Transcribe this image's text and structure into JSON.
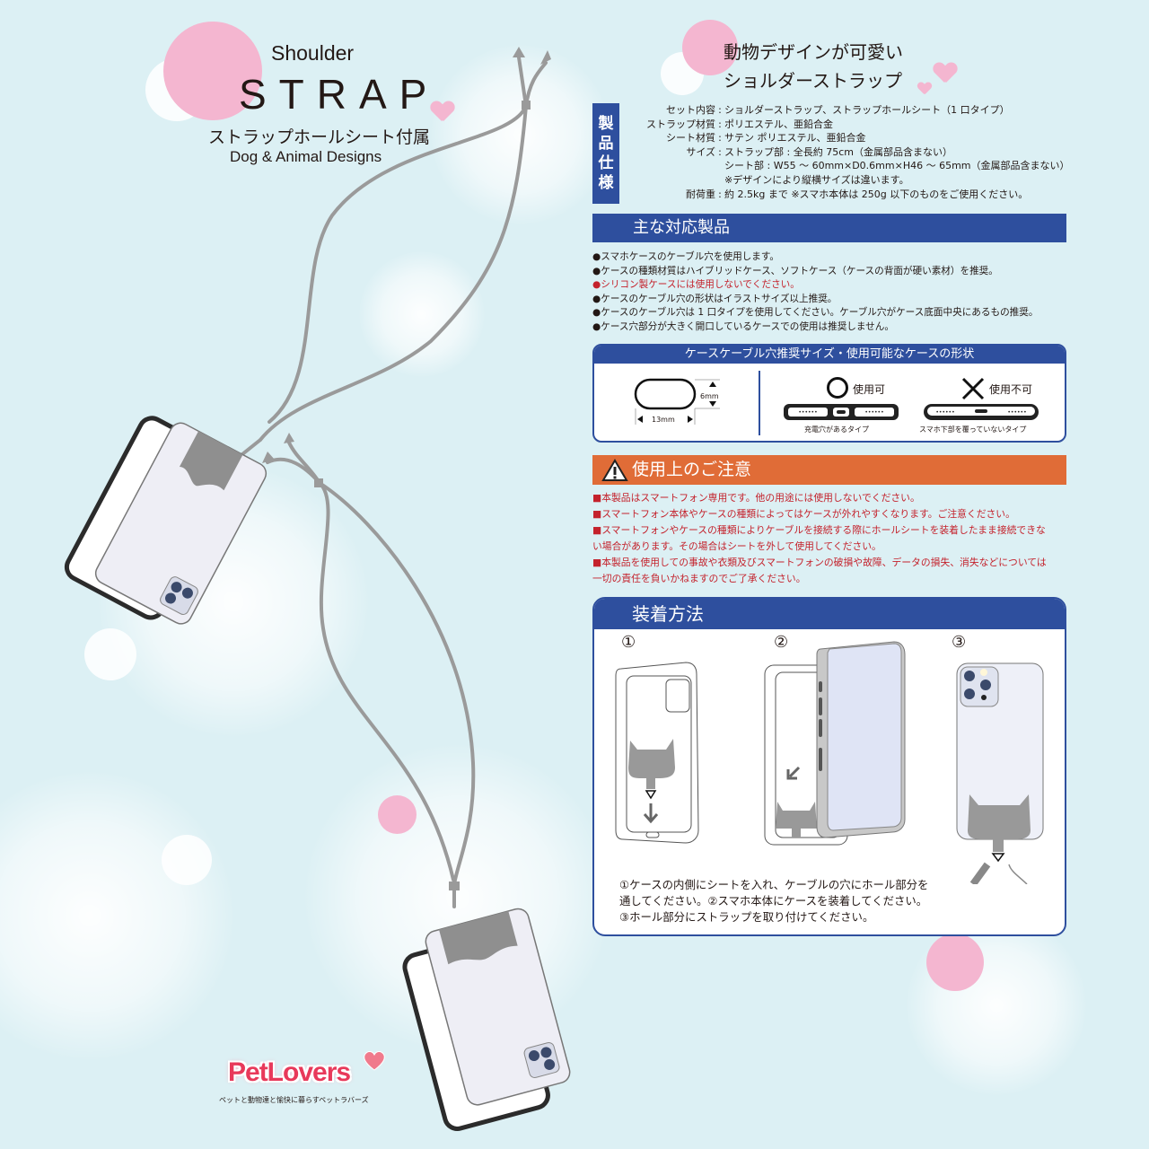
{
  "hero": {
    "eyebrow": "Shoulder",
    "title": "STRAP",
    "subtitle_jp": "ストラップホールシート付属",
    "subtitle_en": "Dog & Animal Designs"
  },
  "headline": {
    "line1": "動物デザインが可愛い",
    "line2": "ショルダーストラップ"
  },
  "specs": {
    "tag": [
      "製",
      "品",
      "仕",
      "様"
    ],
    "rows": [
      {
        "key": "セット内容",
        "value": "ショルダーストラップ、ストラップホールシート（1 口タイプ）"
      },
      {
        "key": "ストラップ材質",
        "value": "ポリエステル、亜鉛合金"
      },
      {
        "key": "シート材質",
        "value": "サテン ポリエステル、亜鉛合金"
      },
      {
        "key": "サイズ",
        "value": "ストラップ部 : 全長約 75cm（金属部品含まない）"
      },
      {
        "key": "",
        "value": "シート部 : W55 ～ 60mm×D0.6mm×H46 ～ 65mm（金属部品含まない）"
      },
      {
        "key": "",
        "value": "※デザインにより縦横サイズは違います。"
      },
      {
        "key": "耐荷重",
        "value": "約 2.5kg まで ※スマホ本体は 250g 以下のものをご使用ください。"
      }
    ]
  },
  "compat": {
    "title": "主な対応製品",
    "bullets": [
      {
        "text": "●スマホケースのケーブル穴を使用します。",
        "warning": false
      },
      {
        "text": "●ケースの種類材質はハイブリッドケース、ソフトケース（ケースの背面が硬い素材）を推奨。",
        "warning": false
      },
      {
        "text": "●シリコン製ケースには使用しないでください。",
        "warning": true
      },
      {
        "text": "●ケースのケーブル穴の形状はイラストサイズ以上推奨。",
        "warning": false
      },
      {
        "text": "●ケースのケーブル穴は 1 口タイプを使用してください。ケーブル穴がケース底面中央にあるもの推奨。",
        "warning": false
      },
      {
        "text": "●ケース穴部分が大きく開口しているケースでの使用は推奨しません。",
        "warning": false
      }
    ]
  },
  "size_guide": {
    "title": "ケースケーブル穴推奨サイズ・使用可能なケースの形状",
    "width_label": "13mm",
    "height_label": "6mm",
    "ok_label": "使用可",
    "ok_caption": "充電穴があるタイプ",
    "ng_label": "使用不可",
    "ng_caption": "スマホ下部を覆っていないタイプ"
  },
  "caution": {
    "title": "使用上のご注意",
    "items": [
      "■本製品はスマートフォン専用です。他の用途には使用しないでください。",
      "■スマートフォン本体やケースの種類によってはケースが外れやすくなります。ご注意ください。",
      "■スマートフォンやケースの種類によりケーブルを接続する際にホールシートを装着したまま接続できな",
      "い場合があります。その場合はシートを外して使用してください。",
      "■本製品を使用しての事故や衣類及びスマートフォンの破損や故障、データの損失、消失などについては",
      "一切の責任を負いかねますのでご了承ください。"
    ]
  },
  "install": {
    "title": "装着方法",
    "steps": [
      "①",
      "②",
      "③"
    ],
    "instructions": [
      "①ケースの内側にシートを入れ、ケーブルの穴にホール部分を",
      "通してください。②スマホ本体にケースを装着してください。",
      "③ホール部分にストラップを取り付けてください。"
    ]
  },
  "brand": {
    "name": "PetLovers",
    "tagline": "ペットと動物達と愉快に暮らすペットラバーズ"
  },
  "colors": {
    "background": "#dcf0f4",
    "accent_blue": "#2e4f9e",
    "accent_orange": "#e06c37",
    "warning_red": "#c4222c",
    "pink": "#f4b6d0",
    "strap_gray": "#9a9a9a"
  }
}
